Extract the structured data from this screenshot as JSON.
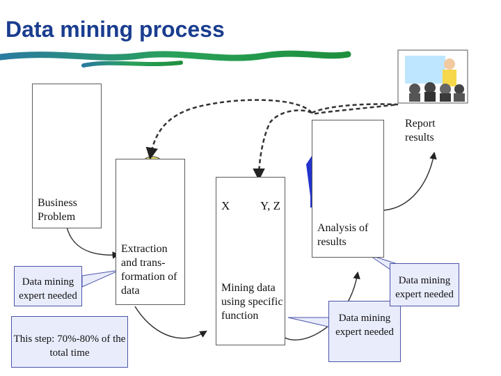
{
  "title": "Data mining process",
  "steps": {
    "business": "Business Problem",
    "extraction": "Extraction and trans-formation of data",
    "mining": "Mining data using specific function",
    "analysis": "Analysis of results",
    "report": "Report results"
  },
  "function_io": {
    "input": "X",
    "output": "Y, Z"
  },
  "callouts": {
    "expert_left": "Data mining expert needed",
    "time": "This step: 70%-80% of the total time",
    "expert_middle": "Data mining expert needed",
    "expert_right": "Data mining expert needed"
  },
  "colors": {
    "title": "#1a3d8f",
    "callout_fill": "#e9ecfb",
    "tree_node": "#ccf0c8"
  }
}
